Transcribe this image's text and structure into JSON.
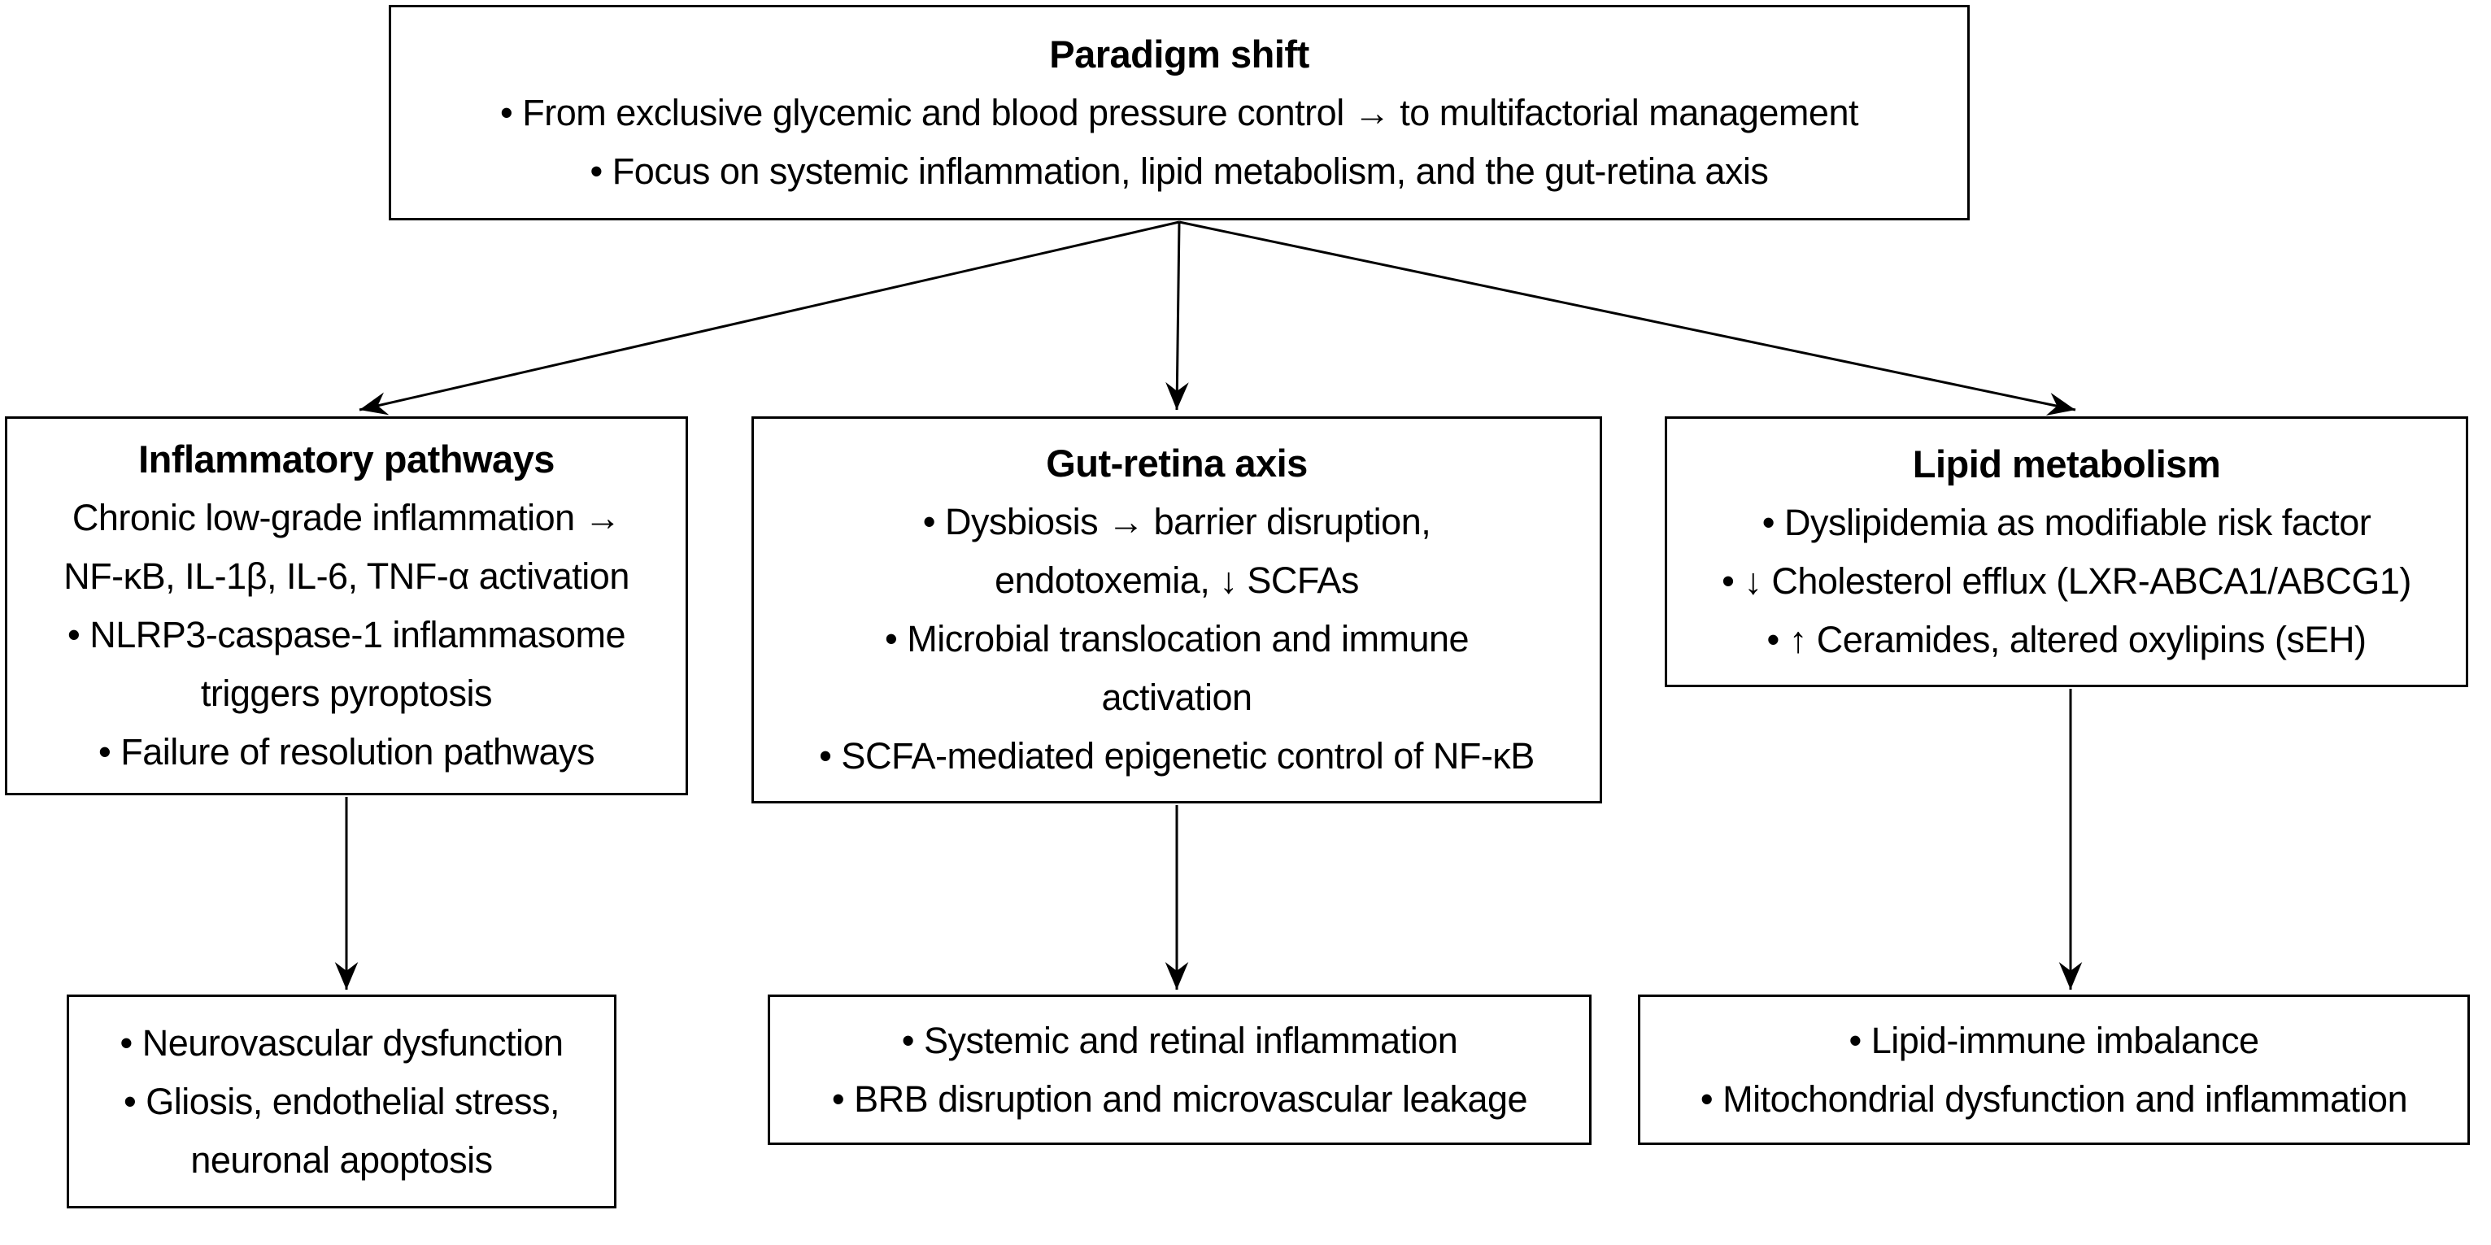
{
  "page": {
    "background_color": "#ffffff",
    "line_color": "#000000",
    "text_color": "#000000"
  },
  "boxes": {
    "paradigm": {
      "title": "Paradigm shift",
      "items": [
        "• From exclusive glycemic and blood pressure control → to multifactorial management",
        "• Focus on systemic inflammation, lipid metabolism, and the gut-retina axis"
      ]
    },
    "inflammatory": {
      "title": "Inflammatory pathways",
      "items": [
        "Chronic low-grade inflammation →\nNF-κB, IL-1β, IL-6, TNF-α activation",
        "• NLRP3-caspase-1 inflammasome\ntriggers pyroptosis",
        "• Failure of resolution pathways"
      ]
    },
    "gut_retina": {
      "title": "Gut-retina axis",
      "items": [
        "• Dysbiosis → barrier disruption,\nendotoxemia, ↓ SCFAs",
        "• Microbial translocation and immune\nactivation",
        "• SCFA-mediated epigenetic control of NF-κB"
      ]
    },
    "lipid": {
      "title": "Lipid metabolism",
      "items": [
        "• Dyslipidemia as modifiable risk factor",
        "• ↓ Cholesterol efflux (LXR-ABCA1/ABCG1)",
        "• ↑ Ceramides, altered oxylipins (sEH)"
      ]
    },
    "inflammatory_outcome": {
      "items": [
        "• Neurovascular dysfunction",
        "• Gliosis, endothelial stress,\nneuronal apoptosis"
      ]
    },
    "gut_outcome": {
      "items": [
        "• Systemic and retinal inflammation",
        "• BRB disruption and microvascular leakage"
      ]
    },
    "lipid_outcome": {
      "items": [
        "• Lipid-immune imbalance",
        "• Mitochondrial dysfunction and inflammation"
      ]
    }
  }
}
